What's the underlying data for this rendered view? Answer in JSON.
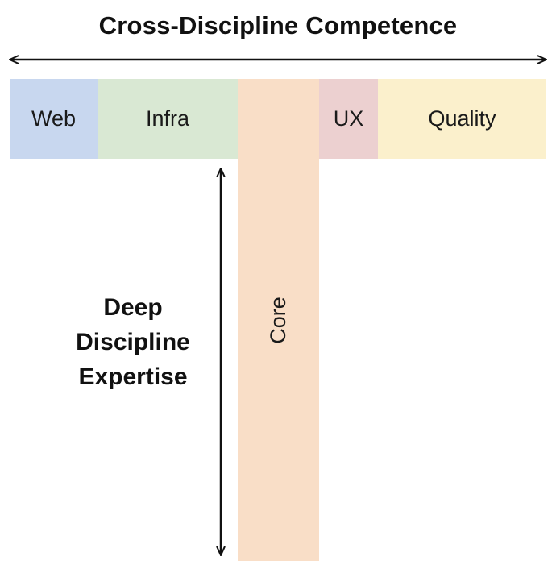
{
  "diagram": {
    "title": "Cross-Discipline Competence",
    "blocks": [
      {
        "id": "web",
        "label": "Web",
        "color": "#c8d7ef"
      },
      {
        "id": "infra",
        "label": "Infra",
        "color": "#d9e8d3"
      },
      {
        "id": "core",
        "label": "Core",
        "color": "#f9dec7"
      },
      {
        "id": "ux",
        "label": "UX",
        "color": "#ecd0d0"
      },
      {
        "id": "quality",
        "label": "Quality",
        "color": "#fbf0cc"
      }
    ],
    "depth_label": {
      "line1": "Deep",
      "line2": "Discipline",
      "line3": "Expertise"
    }
  }
}
